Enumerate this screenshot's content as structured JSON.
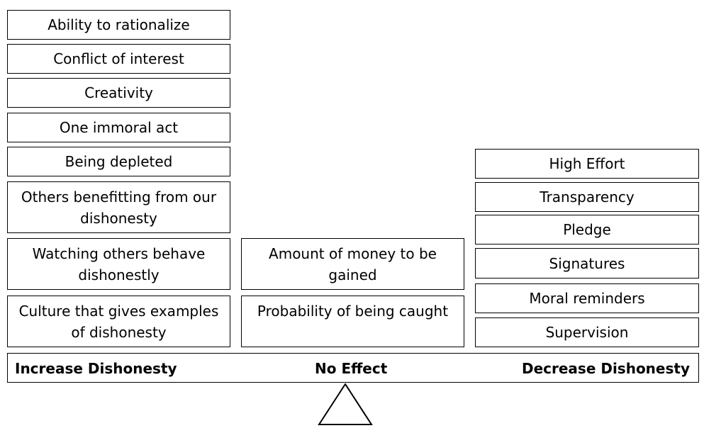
{
  "columns": {
    "increase": {
      "label": "Increase Dishonesty",
      "items": [
        "Ability to rationalize",
        "Conflict of interest",
        "Creativity",
        "One immoral act",
        "Being depleted",
        "Others benefitting from our dishonesty",
        "Watching others behave dishonestly",
        "Culture that gives examples of dishonesty"
      ]
    },
    "no_effect": {
      "label": "No Effect",
      "items": [
        "Amount of money to be gained",
        "Probability of being caught"
      ]
    },
    "decrease": {
      "label": "Decrease Dishonesty",
      "items": [
        "High Effort",
        "Transparency",
        "Pledge",
        "Signatures",
        "Moral reminders",
        "Supervision"
      ]
    }
  },
  "colors": {
    "border": "#000000",
    "background": "#ffffff"
  }
}
